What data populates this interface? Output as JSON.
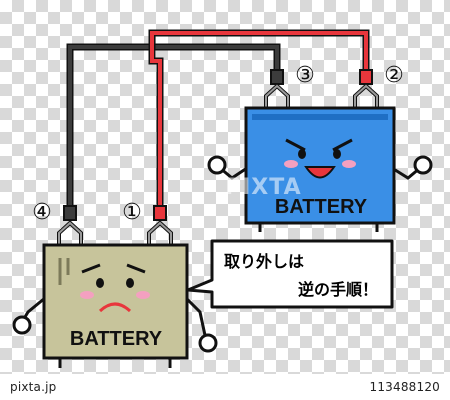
{
  "colors": {
    "negative_cable": "#3c3c3c",
    "positive_cable": "#e8363c",
    "old_battery": "#c7c49b",
    "new_battery": "#3a8fe6",
    "outline": "#111111"
  },
  "terminals": {
    "t1": "①",
    "t2": "②",
    "t3": "③",
    "t4": "④"
  },
  "batteries": {
    "old_label": "BATTERY",
    "new_label": "BATTERY"
  },
  "speech": {
    "line1": "取り外しは",
    "line2": "逆の手順！"
  },
  "footer": {
    "brand": "pixta.jp",
    "id": "113488120"
  },
  "watermark": "PIXTA"
}
